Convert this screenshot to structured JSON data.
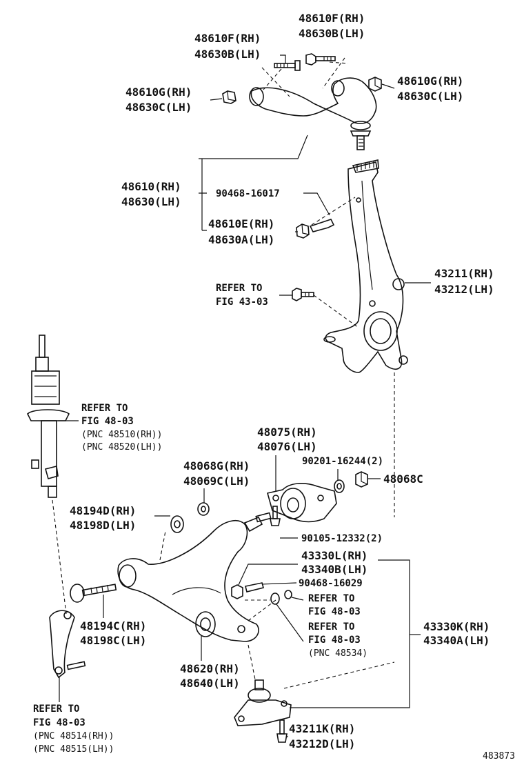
{
  "labels": {
    "upper_bolt_right": [
      "48610F(RH)",
      "48630B(LH)"
    ],
    "upper_bolt_left": [
      "48610F(RH)",
      "48630B(LH)"
    ],
    "upper_bushing_right": [
      "48610G(RH)",
      "48630C(LH)"
    ],
    "upper_bushing_left": [
      "48610G(RH)",
      "48630C(LH)"
    ],
    "upper_arm": [
      "48610(RH)",
      "48630(LH)"
    ],
    "cotter_upper": "90468-16017",
    "upper_nut": [
      "48610E(RH)",
      "48630A(LH)"
    ],
    "knuckle": [
      "43211(RH)",
      "43212(LH)"
    ],
    "refer_43": [
      "REFER TO",
      "FIG 43-03"
    ],
    "shock_refer": [
      "REFER TO",
      "FIG 48-03",
      "(PNC 48510(RH))",
      "(PNC 48520(LH))"
    ],
    "lower_bushing": [
      "48075(RH)",
      "48076(LH)"
    ],
    "washer_2": "90201-16244(2)",
    "nut_48068c": "48068C",
    "washer_48068g": [
      "48068G(RH)",
      "48069C(LH)"
    ],
    "washer_48194d": [
      "48194D(RH)",
      "48198D(LH)"
    ],
    "bolt_90105": "90105-12332(2)",
    "ball_joint_upper": [
      "43330L(RH)",
      "43340B(LH)"
    ],
    "cotter_lower": "90468-16029",
    "refer_48_a": [
      "REFER TO",
      "FIG 48-03"
    ],
    "refer_48_b": [
      "REFER TO",
      "FIG 48-03",
      "(PNC 48534)"
    ],
    "ball_joint_assy": [
      "43330K(RH)",
      "43340A(LH)"
    ],
    "lower_bolt": [
      "48194C(RH)",
      "48198C(LH)"
    ],
    "lower_arm": [
      "48620(RH)",
      "48640(LH)"
    ],
    "stab_refer": [
      "REFER TO",
      "FIG 48-03",
      "(PNC 48514(RH))",
      "(PNC 48515(LH))"
    ],
    "ball_bolt": [
      "43211K(RH)",
      "43212D(LH)"
    ],
    "figure_number": "483873"
  }
}
